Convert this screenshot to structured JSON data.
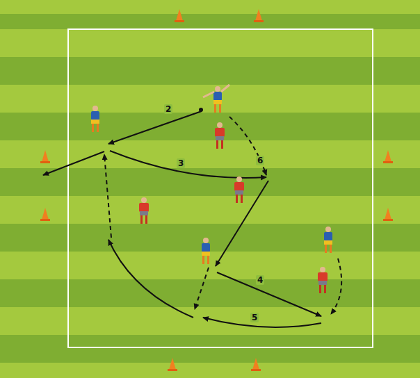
{
  "diagram": {
    "labels": [
      "2",
      "3",
      "6",
      "4",
      "5"
    ]
  }
}
